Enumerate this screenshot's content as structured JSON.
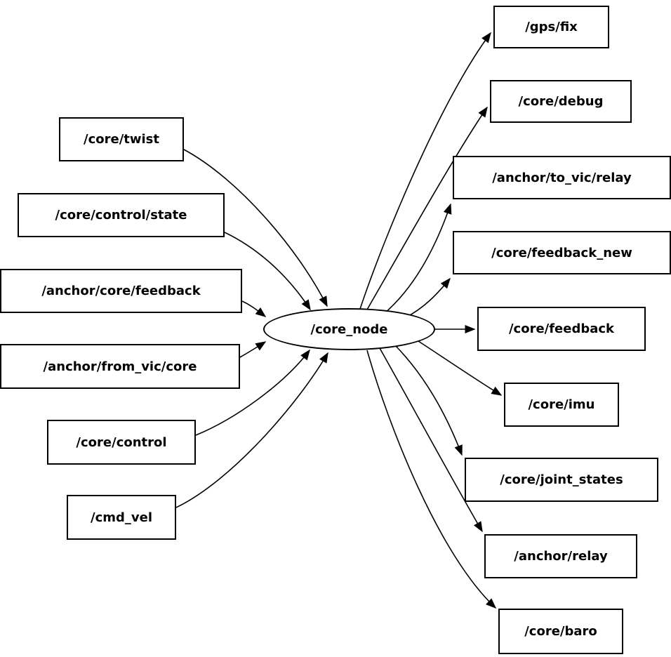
{
  "graph": {
    "center": {
      "label": "/core_node"
    },
    "inputs": [
      {
        "label": "/core/twist"
      },
      {
        "label": "/core/control/state"
      },
      {
        "label": "/anchor/core/feedback"
      },
      {
        "label": "/anchor/from_vic/core"
      },
      {
        "label": "/core/control"
      },
      {
        "label": "/cmd_vel"
      }
    ],
    "outputs": [
      {
        "label": "/gps/fix"
      },
      {
        "label": "/core/debug"
      },
      {
        "label": "/anchor/to_vic/relay"
      },
      {
        "label": "/core/feedback_new"
      },
      {
        "label": "/core/feedback"
      },
      {
        "label": "/core/imu"
      },
      {
        "label": "/core/joint_states"
      },
      {
        "label": "/anchor/relay"
      },
      {
        "label": "/core/baro"
      }
    ],
    "edges": [
      {
        "from": "/core/twist",
        "to": "/core_node"
      },
      {
        "from": "/core/control/state",
        "to": "/core_node"
      },
      {
        "from": "/anchor/core/feedback",
        "to": "/core_node"
      },
      {
        "from": "/anchor/from_vic/core",
        "to": "/core_node"
      },
      {
        "from": "/core/control",
        "to": "/core_node"
      },
      {
        "from": "/cmd_vel",
        "to": "/core_node"
      },
      {
        "from": "/core_node",
        "to": "/gps/fix"
      },
      {
        "from": "/core_node",
        "to": "/core/debug"
      },
      {
        "from": "/core_node",
        "to": "/anchor/to_vic/relay"
      },
      {
        "from": "/core_node",
        "to": "/core/feedback_new"
      },
      {
        "from": "/core_node",
        "to": "/core/feedback"
      },
      {
        "from": "/core_node",
        "to": "/core/imu"
      },
      {
        "from": "/core_node",
        "to": "/core/joint_states"
      },
      {
        "from": "/core_node",
        "to": "/anchor/relay"
      },
      {
        "from": "/core_node",
        "to": "/core/baro"
      }
    ],
    "colors": {
      "background": "#ffffff",
      "node_fill": "#ffffff",
      "node_border": "#000000",
      "edge": "#000000",
      "text": "#000000"
    }
  }
}
